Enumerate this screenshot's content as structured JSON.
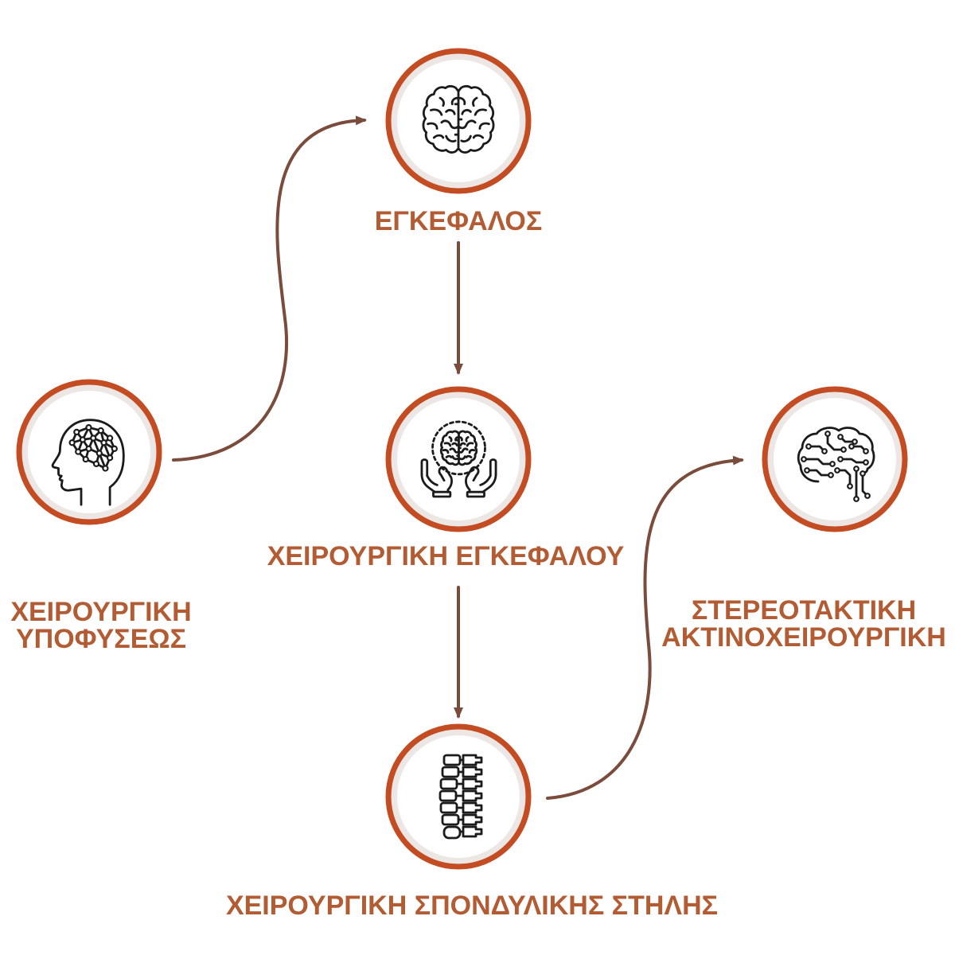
{
  "nodes": [
    {
      "icon": "brain-icon",
      "label_lines": [
        "ΕΓΚΕΦΑΛΟΣ"
      ]
    },
    {
      "icon": "hands-brain-icon",
      "label_lines": [
        "ΧΕΙΡΟΥΡΓΙΚΗ ΕΓΚΕΦΑΛΟΥ"
      ]
    },
    {
      "icon": "head-network-icon",
      "label_lines": [
        "ΧΕΙΡΟΥΡΓΙΚΗ",
        "ΥΠΟΦΥΣΕΩΣ"
      ]
    },
    {
      "icon": "circuit-brain-icon",
      "label_lines": [
        "ΣΤΕΡΕΟΤΑΚΤΙΚΗ",
        "ΑΚΤΙΝΟΧΕΙΡΟΥΡΓΙΚΗ"
      ]
    },
    {
      "icon": "spine-icon",
      "label_lines": [
        "ΧΕΙΡΟΥΡΓΙΚΗ ΣΠΟΝΔΥΛΙΚΗΣ ΣΤΗΛΗΣ"
      ]
    }
  ],
  "edges": [
    {
      "from": 2,
      "to": 0
    },
    {
      "from": 0,
      "to": 1
    },
    {
      "from": 1,
      "to": 4
    },
    {
      "from": 4,
      "to": 3
    }
  ],
  "colors": {
    "background": "#ffffff",
    "ring": "#c44c22",
    "band": "#ece6e4",
    "label": "#b35b33",
    "arrow": "#7b4b3b",
    "icon": "#1b1b1b"
  }
}
